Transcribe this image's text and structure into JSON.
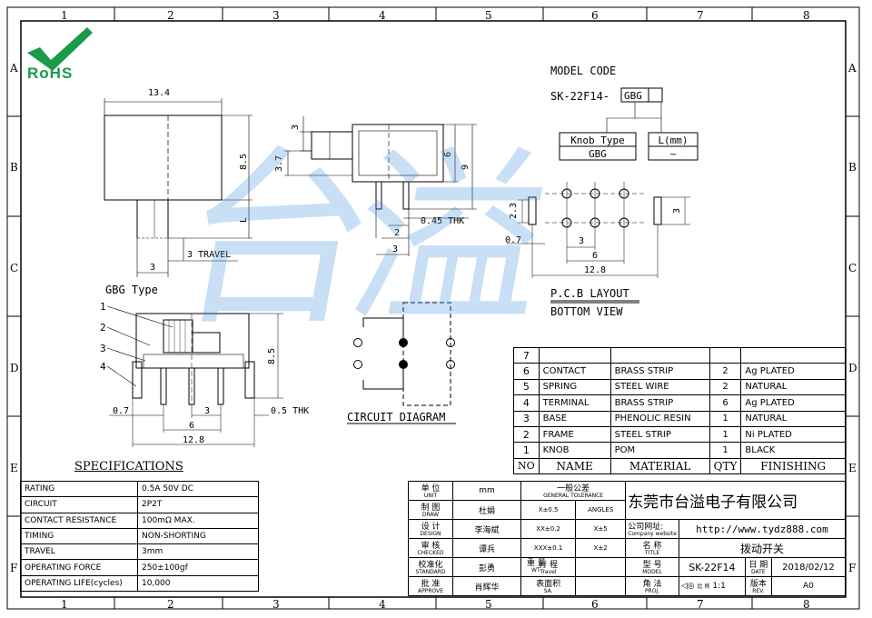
{
  "border": {
    "columns": [
      "1",
      "2",
      "3",
      "4",
      "5",
      "6",
      "7",
      "8"
    ],
    "rows": [
      "A",
      "B",
      "C",
      "D",
      "E",
      "F"
    ]
  },
  "logo": {
    "text": "RoHS"
  },
  "watermark": {
    "text": "台溢"
  },
  "top_view": {
    "dim_width": "13.4",
    "dim_height": "8.5",
    "dim_l": "L",
    "travel": "3 TRAVEL",
    "dim_3": "3"
  },
  "side_view": {
    "dim_3": "3",
    "dim_37": "3.7",
    "dim_6": "6",
    "dim_9": "9",
    "dim_2": "2",
    "thk": "0.45 THK",
    "dim_3b": "3"
  },
  "model_code": {
    "heading": "MODEL CODE",
    "code_prefix": "SK-22F14-",
    "code_box": "GBG",
    "knob_type_label": "Knob Type",
    "knob_type_value": "GBG",
    "l_label": "L(mm)",
    "l_value": "~"
  },
  "pcb": {
    "dim_23": "2.3",
    "dim_07": "0.7",
    "dim_3": "3",
    "dim_6": "6",
    "dim_128": "12.8",
    "dim_3r": "3",
    "title1": "P.C.B LAYOUT",
    "title2": "BOTTOM VIEW"
  },
  "gbg": {
    "heading": "GBG Type",
    "callouts": [
      "1",
      "2",
      "3",
      "4"
    ],
    "dim_85": "8.5",
    "dim_07": "0.7",
    "dim_3": "3",
    "dim_6": "6",
    "dim_128": "12.8",
    "thk": "0.5 THK"
  },
  "circuit": {
    "title": "CIRCUIT DIAGRAM"
  },
  "specifications": {
    "heading": "SPECIFICATIONS",
    "rows": [
      {
        "k": "RATING",
        "v": "0.5A 50V DC"
      },
      {
        "k": "CIRCUIT",
        "v": "2P2T"
      },
      {
        "k": "CONTACT RESISTANCE",
        "v": "100mΩ MAX."
      },
      {
        "k": "TIMING",
        "v": "NON-SHORTING"
      },
      {
        "k": "TRAVEL",
        "v": "3mm"
      },
      {
        "k": "OPERATING FORCE",
        "v": "250±100gf"
      },
      {
        "k": "OPERATING LIFE(cycles)",
        "v": "10,000"
      }
    ]
  },
  "bom": {
    "rows": [
      {
        "no": "7",
        "name": "",
        "material": "",
        "qty": "",
        "finishing": ""
      },
      {
        "no": "6",
        "name": "CONTACT",
        "material": "BRASS STRIP",
        "qty": "2",
        "finishing": "Ag PLATED"
      },
      {
        "no": "5",
        "name": "SPRING",
        "material": "STEEL WIRE",
        "qty": "2",
        "finishing": "NATURAL"
      },
      {
        "no": "4",
        "name": "TERMINAL",
        "material": "BRASS STRIP",
        "qty": "6",
        "finishing": "Ag PLATED"
      },
      {
        "no": "3",
        "name": "BASE",
        "material": "PHENOLIC RESIN",
        "qty": "1",
        "finishing": "NATURAL"
      },
      {
        "no": "2",
        "name": "FRAME",
        "material": "STEEL STRIP",
        "qty": "1",
        "finishing": "Ni PLATED"
      },
      {
        "no": "1",
        "name": "KNOB",
        "material": "POM",
        "qty": "1",
        "finishing": "BLACK"
      }
    ],
    "header": {
      "no": "NO",
      "name": "NAME",
      "material": "MATERIAL",
      "qty": "QTY",
      "finishing": "FINISHING"
    }
  },
  "title_block": {
    "unit_label": "单  位",
    "unit_en": "UNIT",
    "unit_value": "mm",
    "tol_label": "一般公差",
    "tol_en": "GENERAL TOLERANCE",
    "tol_rows": [
      [
        "X±0.5",
        "ANGLES"
      ],
      [
        "XX±0.2",
        "X±5"
      ],
      [
        "XXX±0.1",
        "X±2"
      ]
    ],
    "draw_label": "制  图",
    "draw_en": "DRAW",
    "draw_value": "杜娟",
    "design_label": "设  计",
    "design_en": "DESIGN",
    "design_value": "李海斌",
    "checked_label": "审  核",
    "checked_en": "CHECKED",
    "checked_value": "谭兵",
    "standard_label": "校准化",
    "standard_en": "STANDARD",
    "standard_value": "彭勇",
    "approve_label": "批  准",
    "approve_en": "APPROVE",
    "approve_value": "肖辉华",
    "travel_label": "行  程",
    "travel_en": "Travel",
    "weight_label": "重  量",
    "weight_en": "WT.",
    "area_label": "表面积",
    "area_en": "SA.",
    "company": "东莞市台溢电子有限公司",
    "website_label": "公司网址:",
    "website_en": "Company website",
    "website": "http://www.tydz888.com",
    "title_label": "名  称",
    "title_en": "TITLE",
    "title_value": "拨动开关",
    "model_label": "型  号",
    "model_en": "MODEL",
    "model_value": "SK-22F14",
    "date_label": "日  期",
    "date_en": "DATE",
    "date_value": "2018/02/12",
    "proj_label": "角  法",
    "proj_en": "PROJ.",
    "scale_label": "比 例",
    "scale_en": "SCALE",
    "scale_value": "1:1",
    "rev_label": "版本",
    "rev_en": "REV.",
    "rev_value": "A0"
  }
}
